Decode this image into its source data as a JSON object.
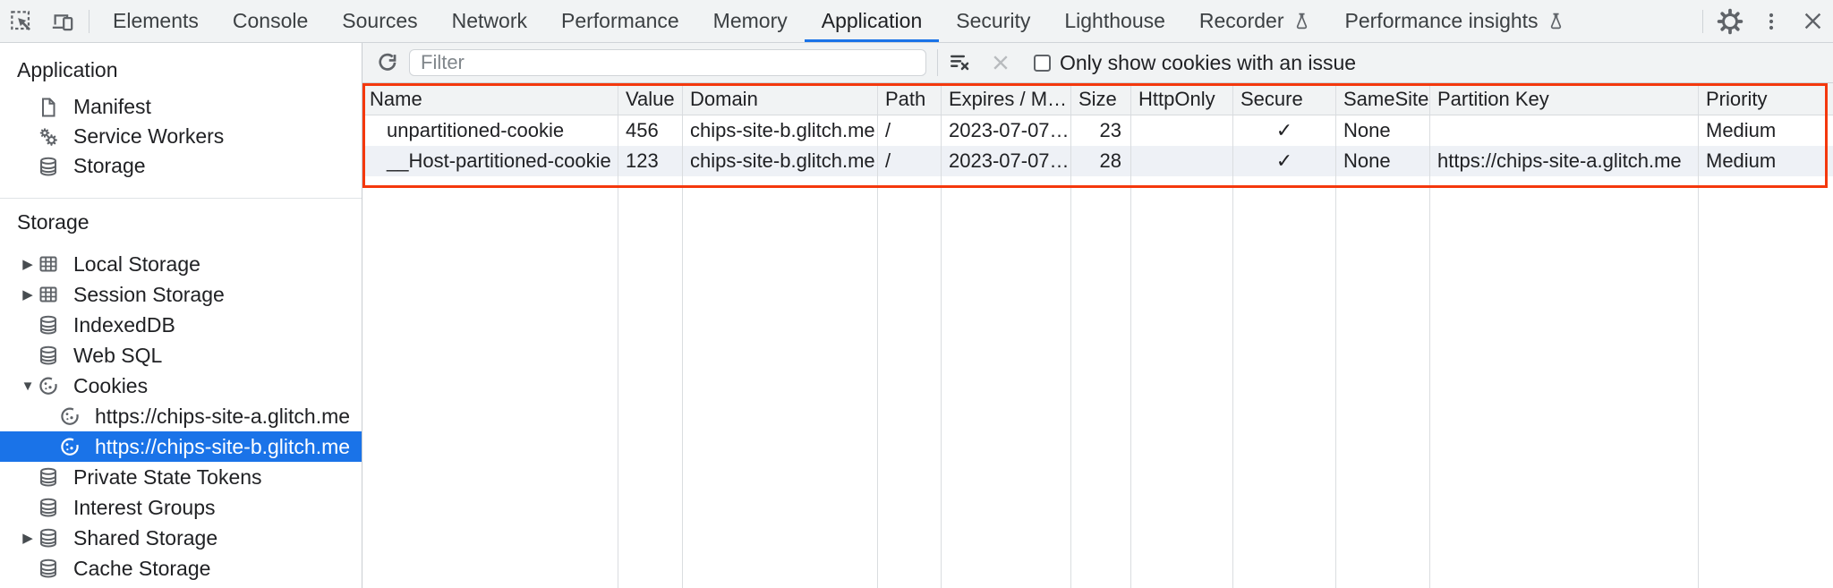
{
  "colors": {
    "accent": "#1a73e8",
    "highlight_rect": "#f4380d",
    "selected_row_bg": "#1a73e8",
    "toolbar_bg": "#f1f3f4",
    "stripe_row_bg": "#eef1f6"
  },
  "topbar": {
    "left_icons": [
      "inspect-icon",
      "device-toolbar-icon"
    ],
    "right_icons": [
      "settings-gear-icon",
      "more-kebab-icon",
      "close-icon"
    ],
    "tabs": [
      {
        "label": "Elements"
      },
      {
        "label": "Console"
      },
      {
        "label": "Sources"
      },
      {
        "label": "Network"
      },
      {
        "label": "Performance"
      },
      {
        "label": "Memory"
      },
      {
        "label": "Application",
        "active": true
      },
      {
        "label": "Security"
      },
      {
        "label": "Lighthouse"
      },
      {
        "label": "Recorder",
        "flask": true
      },
      {
        "label": "Performance insights",
        "flask": true
      }
    ]
  },
  "sidebar": {
    "sections": [
      {
        "title": "Application",
        "items": [
          {
            "label": "Manifest",
            "icon": "manifest-file-icon"
          },
          {
            "label": "Service Workers",
            "icon": "service-workers-icon"
          },
          {
            "label": "Storage",
            "icon": "database-icon"
          }
        ]
      },
      {
        "title": "Storage",
        "items": [
          {
            "label": "Local Storage",
            "icon": "table-icon",
            "expander": "▶"
          },
          {
            "label": "Session Storage",
            "icon": "table-icon",
            "expander": "▶"
          },
          {
            "label": "IndexedDB",
            "icon": "database-icon"
          },
          {
            "label": "Web SQL",
            "icon": "database-icon"
          },
          {
            "label": "Cookies",
            "icon": "cookie-icon",
            "expander": "▼",
            "children": [
              {
                "label": "https://chips-site-a.glitch.me",
                "icon": "cookie-icon"
              },
              {
                "label": "https://chips-site-b.glitch.me",
                "icon": "cookie-icon",
                "selected": true
              }
            ]
          },
          {
            "label": "Private State Tokens",
            "icon": "database-icon"
          },
          {
            "label": "Interest Groups",
            "icon": "database-icon"
          },
          {
            "label": "Shared Storage",
            "icon": "database-icon",
            "expander": "▶"
          },
          {
            "label": "Cache Storage",
            "icon": "database-icon"
          }
        ]
      }
    ]
  },
  "main": {
    "toolbar": {
      "icons": [
        "refresh-icon",
        "clear-all-icon",
        "delete-selected-icon"
      ],
      "filter_placeholder": "Filter",
      "filter_value": "",
      "only_issue_label": "Only show cookies with an issue",
      "only_issue_checked": false
    },
    "table": {
      "columns": [
        "Name",
        "Value",
        "Domain",
        "Path",
        "Expires / M…",
        "Size",
        "HttpOnly",
        "Secure",
        "SameSite",
        "Partition Key",
        "Priority"
      ],
      "rows": [
        {
          "name": "unpartitioned-cookie",
          "value": "456",
          "domain": "chips-site-b.glitch.me",
          "path": "/",
          "expires": "2023-07-07…",
          "size": "23",
          "http_only": "",
          "secure": "✓",
          "same_site": "None",
          "partition_key": "",
          "priority": "Medium"
        },
        {
          "name": "__Host-partitioned-cookie",
          "value": "123",
          "domain": "chips-site-b.glitch.me",
          "path": "/",
          "expires": "2023-07-07…",
          "size": "28",
          "http_only": "",
          "secure": "✓",
          "same_site": "None",
          "partition_key": "https://chips-site-a.glitch.me",
          "priority": "Medium"
        }
      ]
    }
  }
}
